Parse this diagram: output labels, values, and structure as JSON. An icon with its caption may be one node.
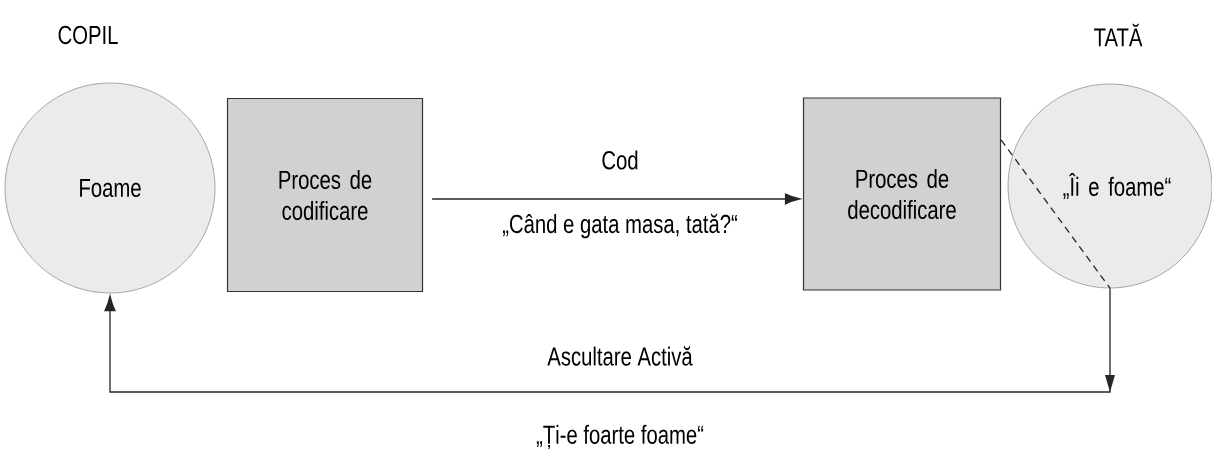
{
  "diagram": {
    "nodes": [
      {
        "text": [
          "Foame"
        ],
        "beside": [
          "COPIL"
        ]
      },
      {
        "text": [
          "Proces de codificare"
        ]
      },
      {
        "text": [
          "Proces de decodificare"
        ]
      },
      {
        "text": [
          "„Îi e foame“"
        ],
        "beside": [
          "TATĂ"
        ]
      }
    ],
    "edges": [
      {
        "from": 1,
        "to": 2,
        "arrow": "to",
        "label": "Cod"
      },
      {
        "from": 2,
        "to": 3,
        "arrow": "none",
        "style": "dashed"
      },
      {
        "from": 3,
        "to": 0,
        "arrow": "to",
        "label": "Ascultare Activă"
      }
    ],
    "labels": [
      "„Când e gata masa, tată?“",
      "„Ți-e foarte foame“"
    ]
  }
}
